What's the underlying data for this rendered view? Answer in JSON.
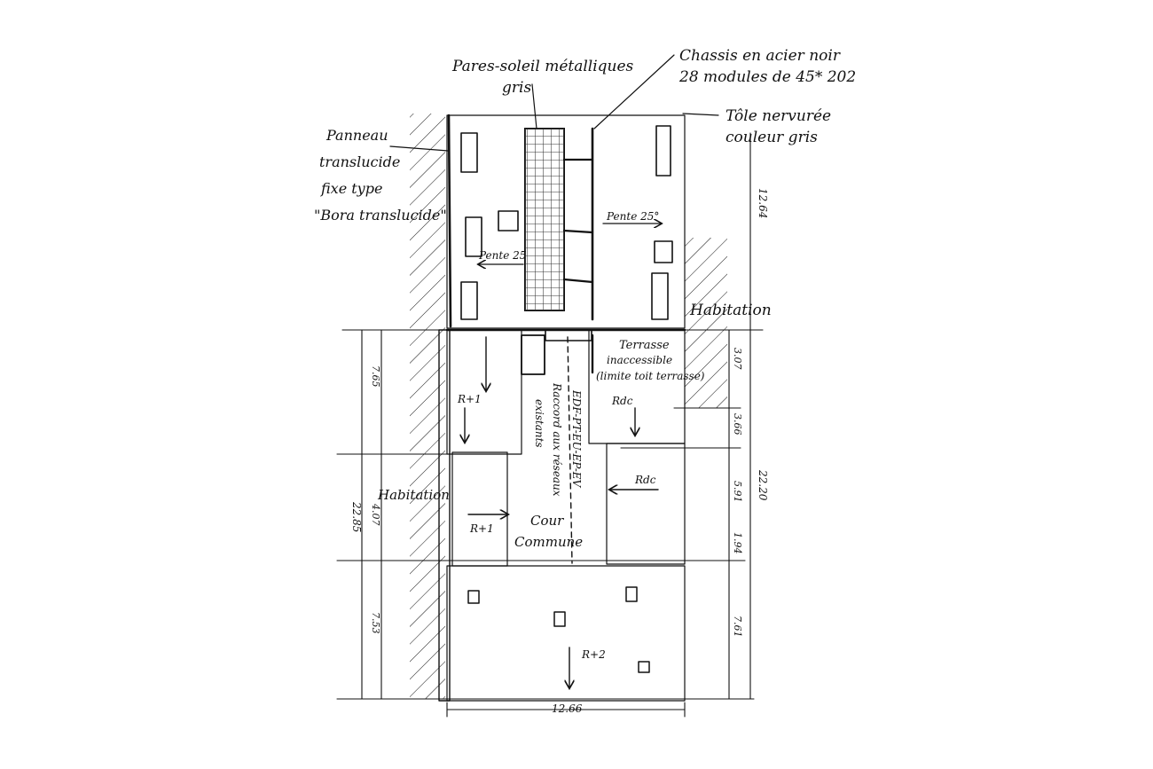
{
  "labels": {
    "pare_soleil": [
      "Pares-soleil métalliques",
      "gris"
    ],
    "chassis": [
      "Chassis en acier noir",
      "28 modules de 45* 202"
    ],
    "tole": [
      "Tôle nervurée",
      "couleur gris"
    ],
    "panneau": [
      "Panneau",
      "translucide",
      "fixe type",
      "\"Bora translucide\""
    ],
    "pente_right": "Pente 25°",
    "pente_left": "Pente 25",
    "habitation_right": "Habitation",
    "habitation_left": "Habitation",
    "terrasse": [
      "Terrasse",
      "inaccessible",
      "(limite toit terrasse)"
    ],
    "reseaux": [
      "EDF-PT-EU-EP-EV",
      "Raccord aux réseaux",
      "existants"
    ],
    "cour": [
      "Cour",
      "Commune"
    ],
    "r1_top": "R+1",
    "rdc_top": "Rdc",
    "rdc_mid": "Rdc",
    "r1_mid": "R+1",
    "r2": "R+2"
  },
  "dimensions": {
    "right_top": "12.64",
    "right_307": "3.07",
    "right_366": "3.66",
    "right_total": "22.20",
    "right_591": "5.91",
    "right_194": "1.94",
    "right_761": "7.61",
    "left_765": "7.65",
    "left_total": "22.85",
    "left_407": "4.07",
    "left_753": "7.53",
    "bottom_width": "12.66"
  }
}
